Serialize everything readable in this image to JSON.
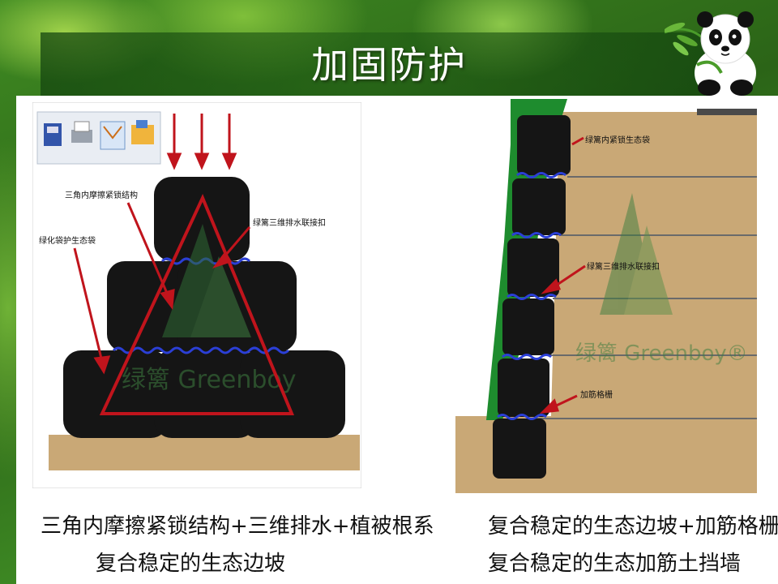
{
  "slide": {
    "title": "加固防护"
  },
  "left_figure": {
    "labels": {
      "triangle_lock": "三角内摩擦紧锁结构",
      "vegetation_bag": "绿化袋护生态袋",
      "drainage": "绿篱三维排水联接扣"
    },
    "watermark": "绿篱 Greenboy",
    "caption_line1": "三角内摩擦紧锁结构+三维排水+植被根系",
    "caption_line2": "复合稳定的生态边坡"
  },
  "right_figure": {
    "labels": {
      "top": "绿篱内紧锁生态袋",
      "middle": "绿篱三维排水联接扣",
      "bottom": "加筋格栅"
    },
    "watermark": "绿篱 Greenboy®",
    "caption_line1": "复合稳定的生态边坡+加筋格栅",
    "caption_line2": "复合稳定的生态加筋土挡墙"
  },
  "toolbar": {
    "icons": [
      "save-icon",
      "print-icon",
      "mail-icon",
      "open-icon"
    ]
  },
  "colors": {
    "title_text": "#ffffff",
    "bag": "#151515",
    "soil": "#c9a876",
    "arrow": "#c0141c",
    "grass": "#1e8c2e",
    "drain": "#2b3fd6"
  }
}
